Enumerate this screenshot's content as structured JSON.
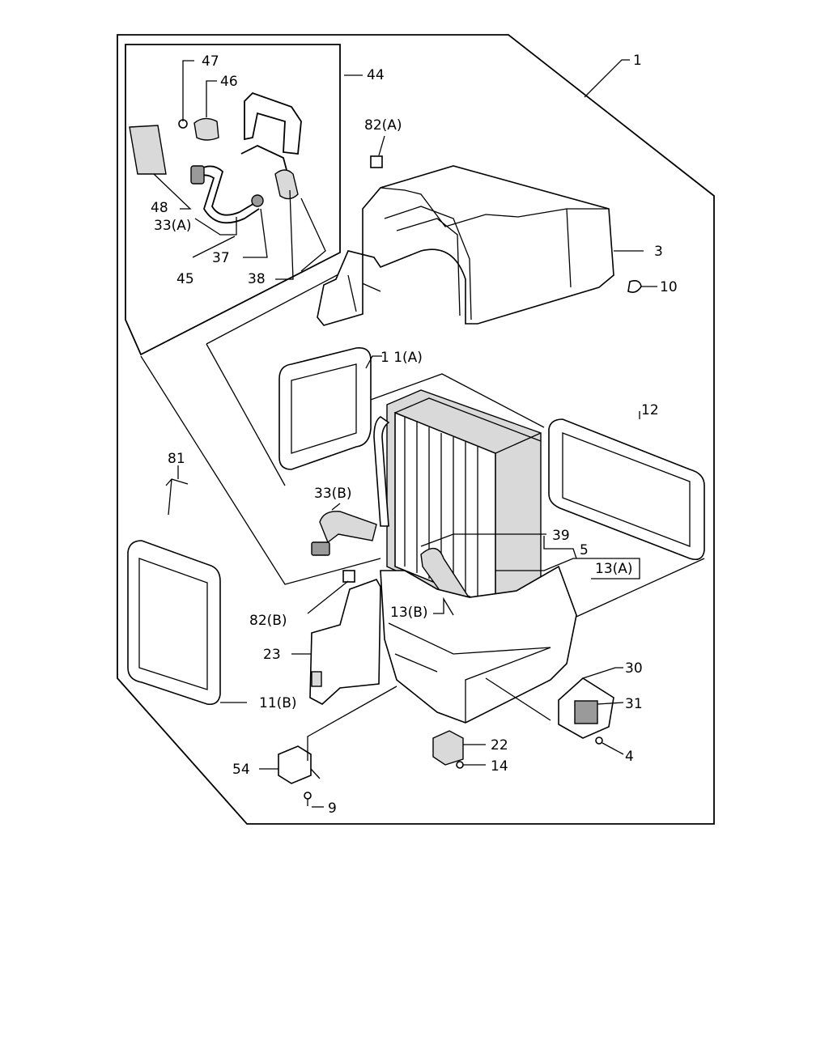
{
  "diagram": {
    "callouts": {
      "c1": "1",
      "c3": "3",
      "c4": "4",
      "c5": "5",
      "c9": "9",
      "c10": "10",
      "c11a": "1 1(A)",
      "c11b": "11(B)",
      "c12": "12",
      "c13a": "13(A)",
      "c13b": "13(B)",
      "c14": "14",
      "c22": "22",
      "c23": "23",
      "c30": "30",
      "c31": "31",
      "c33a": "33(A)",
      "c33b": "33(B)",
      "c37": "37",
      "c38": "38",
      "c39": "39",
      "c44": "44",
      "c45": "45",
      "c46": "46",
      "c47": "47",
      "c48": "48",
      "c54": "54",
      "c81": "81",
      "c82a": "82(A)",
      "c82b": "82(B)"
    }
  }
}
